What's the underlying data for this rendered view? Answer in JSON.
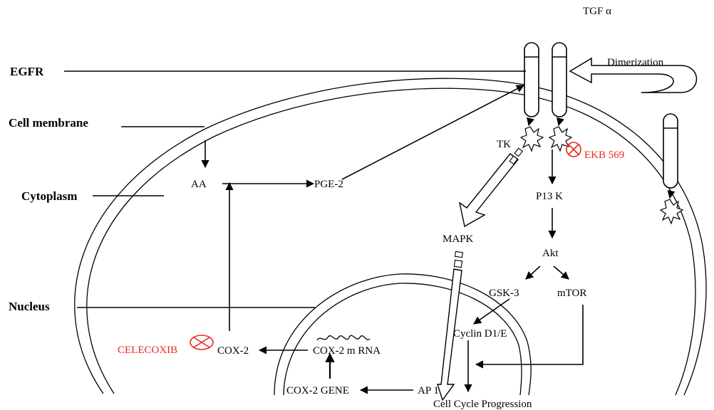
{
  "labels": {
    "tgf": "TGF α",
    "dimerization": "Dimerization",
    "egfr": "EGFR",
    "cell_membrane": "Cell membrane",
    "cytoplasm": "Cytoplasm",
    "nucleus": "Nucleus",
    "tk": "TK",
    "ekb": "EKB 569",
    "aa": "AA",
    "pge2": "PGE-2",
    "p13k": "P13 K",
    "mapk": "MAPK",
    "akt": "Akt",
    "gsk3": "GSK-3",
    "mtor": "mTOR",
    "cyclin": "Cyclin D1/E",
    "celecoxib": "CELECOXIB",
    "cox2": "COX-2",
    "cox2_mrna": "COX-2 m RNA",
    "cox2_gene": "COX-2 GENE",
    "ap1": "AP 1",
    "cell_cycle": "Cell Cycle Progression"
  },
  "colors": {
    "inhibitor": "#e8281e",
    "line": "#000000",
    "background": "#ffffff"
  },
  "icons": {
    "inhibitor_symbol": "circled-x-icon"
  }
}
